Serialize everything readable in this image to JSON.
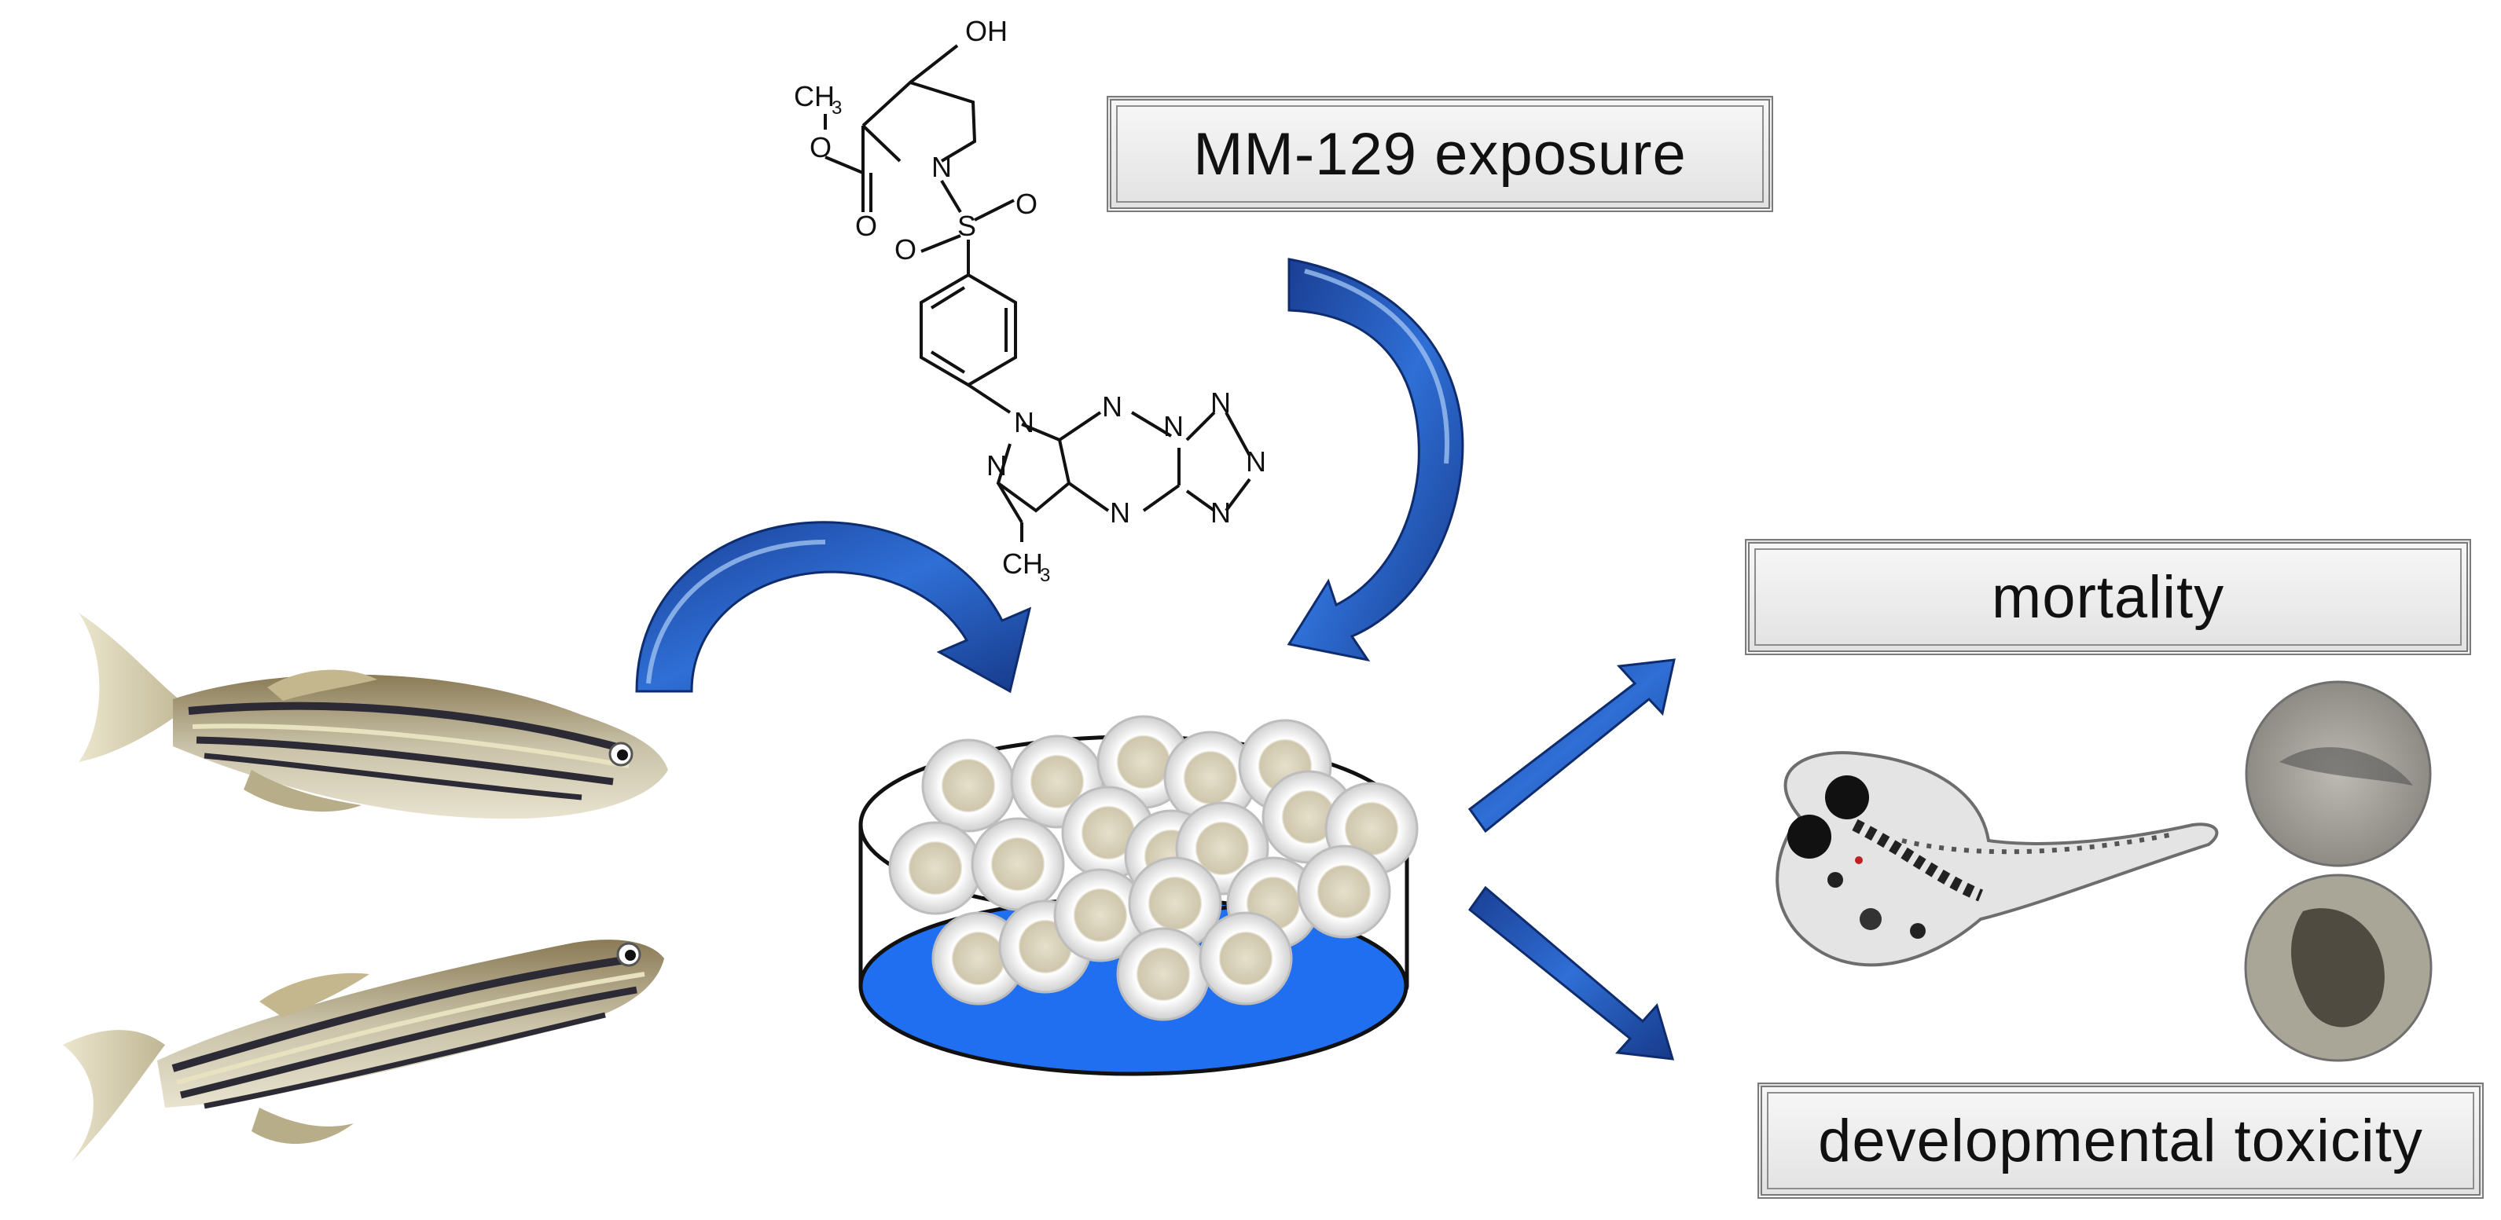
{
  "labels": {
    "exposure": "MM-129 exposure",
    "mortality": "mortality",
    "developmental_toxicity": "developmental toxicity"
  },
  "chemical_structure": {
    "atoms": {
      "OH": "OH",
      "CH3_ester": "CH",
      "CH3_ester_sub": "3",
      "O_ester": "O",
      "O_carbonyl": "O",
      "N_pyrrolidine": "N",
      "S": "S",
      "O_sulfonyl_right": "O",
      "O_sulfonyl_left": "O",
      "N1": "N",
      "N2": "N",
      "N3": "N",
      "N4": "N",
      "N5": "N",
      "N6": "N",
      "N7": "N",
      "N8": "N",
      "CH3_methyl": "CH",
      "CH3_methyl_sub": "3"
    }
  },
  "colors": {
    "arrow_blue": "#1f4fa8",
    "arrow_light": "#8fb3e8",
    "dish_water": "#1f6ff0",
    "box_border": "#7a7a7a"
  }
}
